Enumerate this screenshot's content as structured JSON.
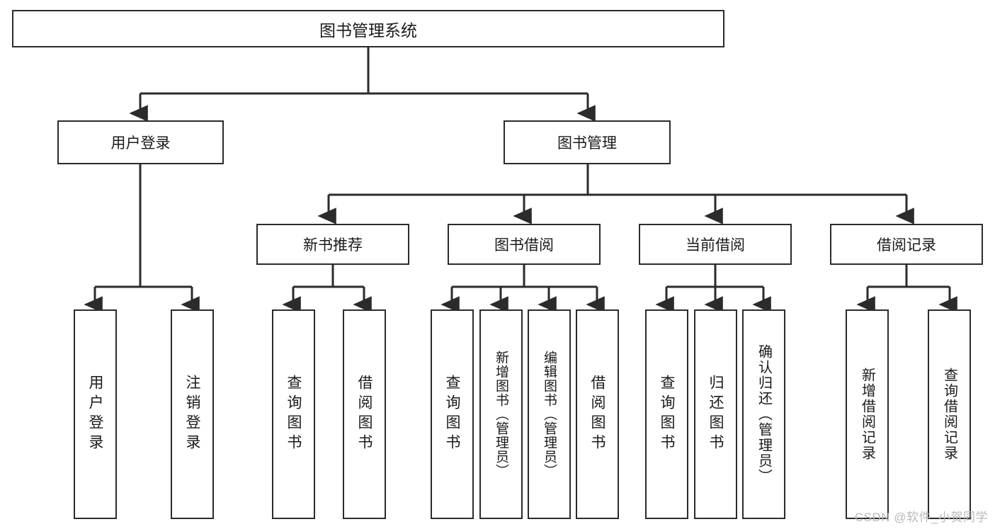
{
  "diagram": {
    "title": "图书管理系统",
    "type": "functional-structure-tree",
    "root": {
      "label": "图书管理系统"
    },
    "level2": [
      {
        "label": "用户登录"
      },
      {
        "label": "图书管理"
      }
    ],
    "level3": [
      {
        "label": "新书推荐"
      },
      {
        "label": "图书借阅"
      },
      {
        "label": "当前借阅"
      },
      {
        "label": "借阅记录"
      }
    ],
    "leaves": {
      "user_login": [
        {
          "label": "用户登录"
        },
        {
          "label": "注销登录"
        }
      ],
      "new_book_recommend": [
        {
          "label": "查询图书"
        },
        {
          "label": "借阅图书"
        }
      ],
      "book_borrow": [
        {
          "label": "查询图书"
        },
        {
          "label": "新增图书（管理员）"
        },
        {
          "label": "编辑图书（管理员）"
        },
        {
          "label": "借阅图书"
        }
      ],
      "current_borrow": [
        {
          "label": "查询图书"
        },
        {
          "label": "归还图书"
        },
        {
          "label": "确认归还（管理员）"
        }
      ],
      "borrow_record": [
        {
          "label": "新增借阅记录"
        },
        {
          "label": "查询借阅记录"
        }
      ]
    }
  },
  "watermark": {
    "text": "CSDN @软件_小贺同学"
  },
  "colors": {
    "stroke": "#2b2b2b",
    "fill": "#ffffff",
    "text": "#1a1a1a",
    "watermark": "#b9b9b9"
  }
}
